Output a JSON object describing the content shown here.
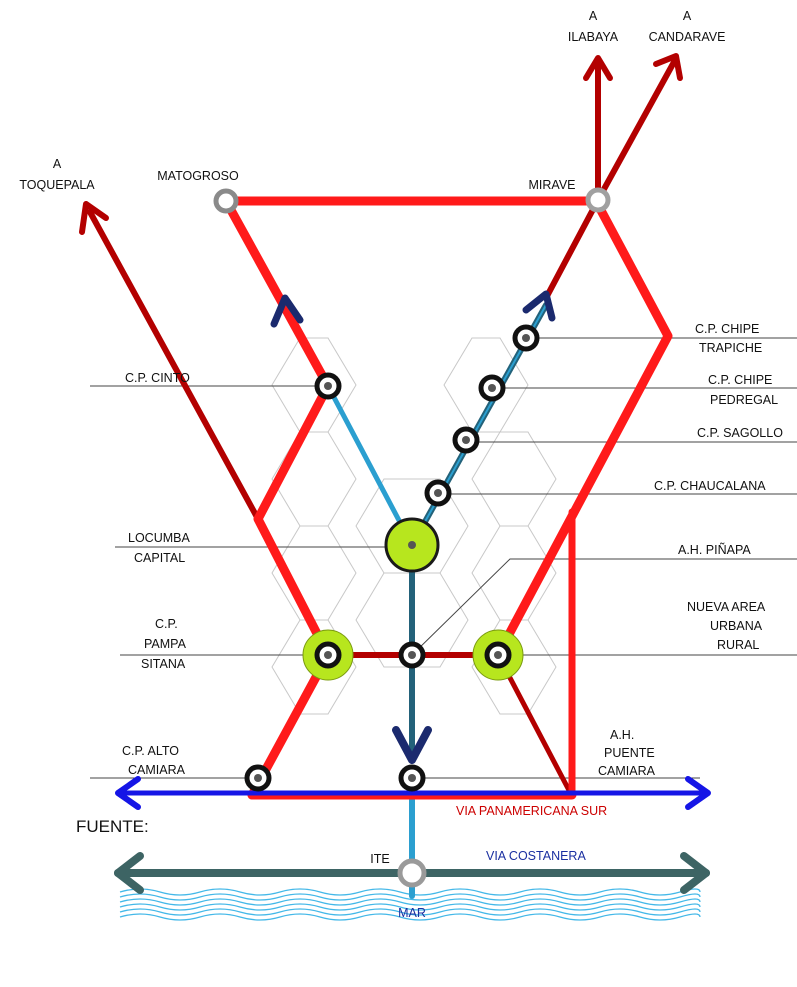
{
  "colors": {
    "main_road": "#ff1a1a",
    "road_dark": "#b30000",
    "panamericana": "#1515e6",
    "costanera": "#3d6464",
    "river_light": "#2b9fd0",
    "river_dark": "#23627a",
    "node_green": "#b7e61e",
    "hex_grid": "#c8c8c8",
    "leader": "#444444",
    "sea": "#44b8e8"
  },
  "directions": {
    "ilabaya": [
      "A",
      "ILABAYA"
    ],
    "candarave": [
      "A",
      "CANDARAVE"
    ],
    "toquepala": [
      "A",
      "TOQUEPALA"
    ]
  },
  "places": {
    "matogroso": "MATOGROSO",
    "mirave": "MIRAVE",
    "cp_cinto": "C.P. CINTO",
    "locumba_capital": [
      "LOCUMBA",
      "CAPITAL"
    ],
    "cp_pampa_sitana": [
      "C.P.",
      "PAMPA",
      "SITANA"
    ],
    "cp_alto_camiara": [
      "C.P. ALTO",
      "CAMIARA"
    ],
    "cp_chipe_trapiche": [
      "C.P.  CHIPE",
      "TRAPICHE"
    ],
    "cp_chipe_pedregal": [
      "C.P.  CHIPE",
      "PEDREGAL"
    ],
    "cp_sagollo": "C.P. SAGOLLO",
    "cp_chaucalana": "C.P. CHAUCALANA",
    "ah_pinapa": "A.H. PIÑAPA",
    "nueva_area": [
      "NUEVA AREA",
      "URBANA",
      "RURAL"
    ],
    "ah_puente_camiara": [
      "A.H.",
      "PUENTE",
      "CAMIARA"
    ],
    "ite": "ITE"
  },
  "roads": {
    "panamericana": "VIA PANAMERICANA SUR",
    "costanera": "VIA COSTANERA"
  },
  "sea_label": "MAR",
  "source_label": "FUENTE:"
}
